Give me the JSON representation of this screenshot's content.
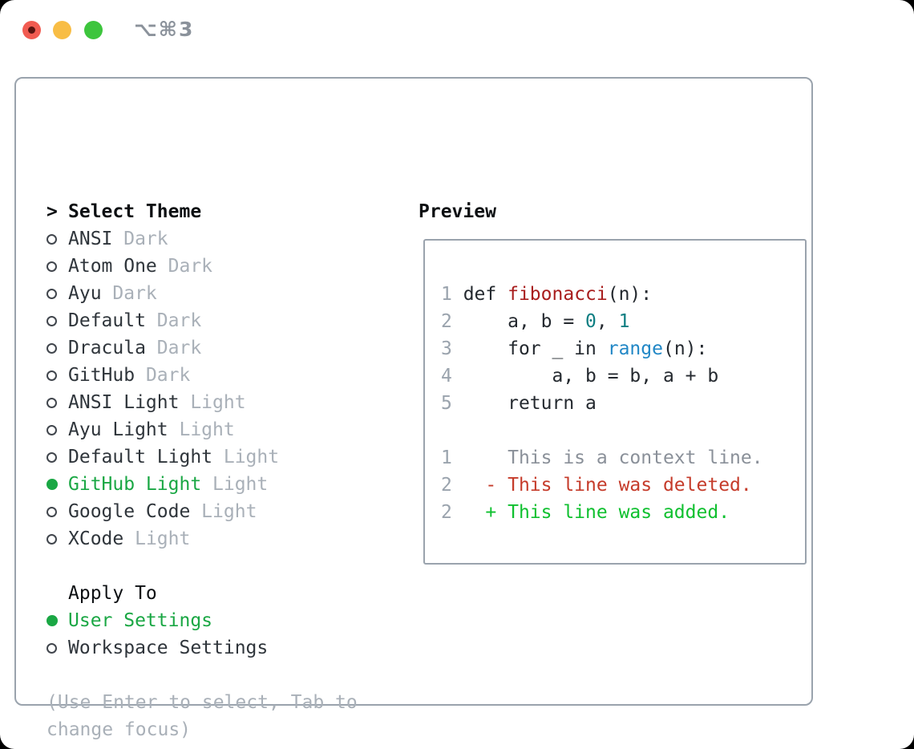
{
  "titlebar": {
    "title": "⌥⌘3"
  },
  "theme_list": {
    "header": {
      "marker": ">",
      "label": "Select Theme"
    },
    "items": [
      {
        "label": "ANSI",
        "tag": "Dark",
        "selected": false
      },
      {
        "label": "Atom One",
        "tag": "Dark",
        "selected": false
      },
      {
        "label": "Ayu",
        "tag": "Dark",
        "selected": false
      },
      {
        "label": "Default",
        "tag": "Dark",
        "selected": false
      },
      {
        "label": "Dracula",
        "tag": "Dark",
        "selected": false
      },
      {
        "label": "GitHub",
        "tag": "Dark",
        "selected": false
      },
      {
        "label": "ANSI Light",
        "tag": "Light",
        "selected": false
      },
      {
        "label": "Ayu Light",
        "tag": "Light",
        "selected": false
      },
      {
        "label": "Default Light",
        "tag": "Light",
        "selected": false
      },
      {
        "label": "GitHub Light",
        "tag": "Light",
        "selected": true
      },
      {
        "label": "Google Code",
        "tag": "Light",
        "selected": false
      },
      {
        "label": "XCode",
        "tag": "Light",
        "selected": false
      }
    ]
  },
  "apply_to": {
    "heading": "Apply To",
    "options": [
      {
        "label": "User Settings",
        "selected": true
      },
      {
        "label": "Workspace Settings",
        "selected": false
      }
    ]
  },
  "hint": {
    "lines": [
      "(Use Enter to select, Tab to",
      "change focus)"
    ]
  },
  "preview": {
    "heading": "Preview",
    "code_lines": [
      {
        "num": "1",
        "segments": [
          {
            "text": " def ",
            "color": "code"
          },
          {
            "text": "fibonacci",
            "color": "function"
          },
          {
            "text": "(n):",
            "color": "code"
          }
        ]
      },
      {
        "num": "2",
        "segments": [
          {
            "text": "     a, b = ",
            "color": "code"
          },
          {
            "text": "0",
            "color": "number"
          },
          {
            "text": ", ",
            "color": "code"
          },
          {
            "text": "1",
            "color": "number"
          }
        ]
      },
      {
        "num": "3",
        "segments": [
          {
            "text": "     for _ in ",
            "color": "code"
          },
          {
            "text": "range",
            "color": "builtin"
          },
          {
            "text": "(n):",
            "color": "code"
          }
        ]
      },
      {
        "num": "4",
        "segments": [
          {
            "text": "         a, b = b, a + b",
            "color": "code"
          }
        ]
      },
      {
        "num": "5",
        "segments": [
          {
            "text": "     return a",
            "color": "code"
          }
        ]
      },
      {
        "num": "",
        "segments": []
      },
      {
        "num": "1",
        "segments": [
          {
            "text": "     This is a context line.",
            "color": "context"
          }
        ]
      },
      {
        "num": "2",
        "segments": [
          {
            "text": "   - This line was deleted.",
            "color": "deleted"
          }
        ]
      },
      {
        "num": "2",
        "segments": [
          {
            "text": "   + This line was added.",
            "color": "added"
          }
        ]
      }
    ]
  },
  "colors": {
    "close": "#f briefly",
    "minimize": "#f8bd45",
    "zoom": "#3dc53d",
    "close_dot": "#5a1410",
    "titlebar_text": "#8b929b",
    "border": "#9aa3ad",
    "heading": "#0c0f12",
    "label": "#2f353b",
    "tag": "#a9b0b8",
    "hint": "#a9b0b8",
    "selected": "#1aa744",
    "bullet_outline": "#41464d",
    "line_number": "#9aa3ad",
    "code": "#24292f",
    "function": "#a81d1d",
    "number": "#0d7e82",
    "builtin": "#2187c6",
    "context": "#8a9099",
    "deleted": "#c53b2a",
    "added": "#0fc02f"
  }
}
